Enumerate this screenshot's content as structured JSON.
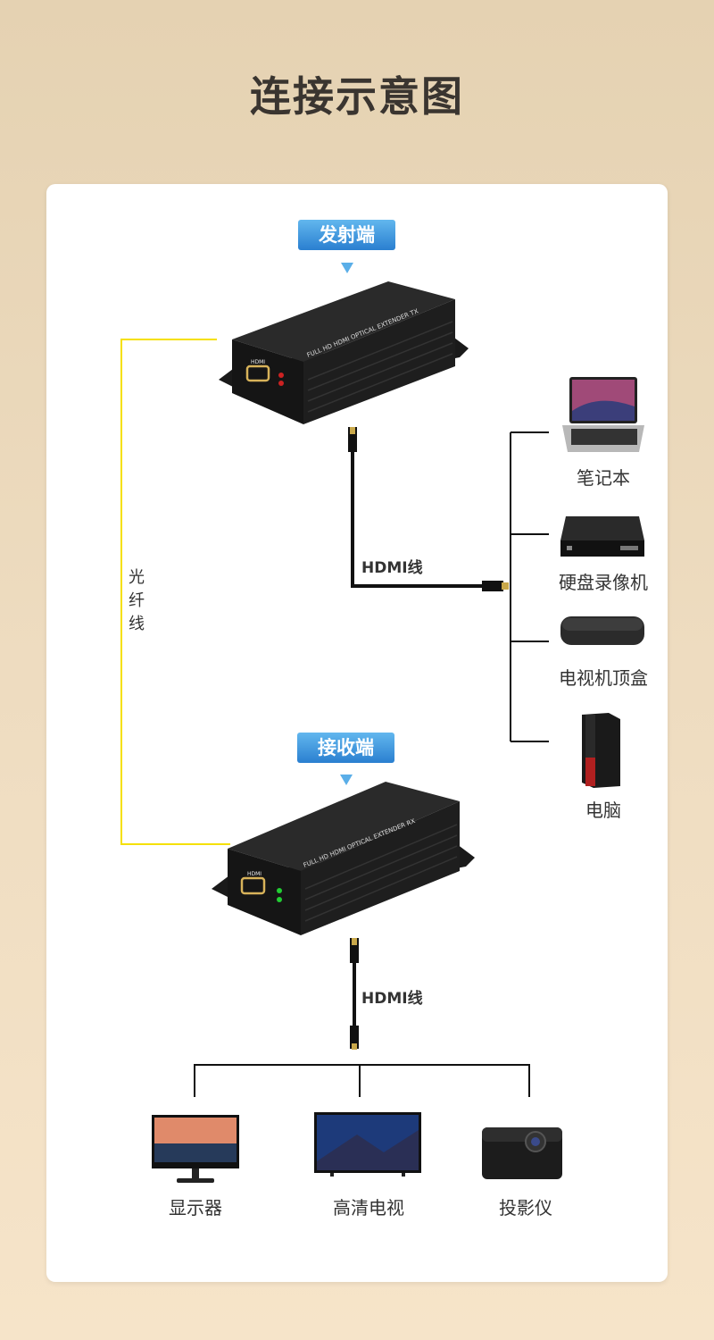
{
  "title": "连接示意图",
  "transmitter": {
    "badge": "发射端",
    "model_text": "FULL HD HDMI OPTICAL EXTENDER TX",
    "port_label": "HDMI"
  },
  "receiver": {
    "badge": "接收端",
    "model_text": "FULL HD HDMI OPTICAL EXTENDER RX",
    "port_label": "HDMI"
  },
  "fiber_label": "光纤线",
  "cable_label_top": "HDMI线",
  "cable_label_bottom": "HDMI线",
  "sources": [
    {
      "label": "笔记本",
      "icon": "laptop-icon"
    },
    {
      "label": "硬盘录像机",
      "icon": "dvr-icon"
    },
    {
      "label": "电视机顶盒",
      "icon": "set-top-box-icon"
    },
    {
      "label": "电脑",
      "icon": "pc-tower-icon"
    }
  ],
  "displays": [
    {
      "label": "显示器",
      "icon": "monitor-icon"
    },
    {
      "label": "高清电视",
      "icon": "tv-icon"
    },
    {
      "label": "投影仪",
      "icon": "projector-icon"
    }
  ],
  "colors": {
    "fiber": "#f5e000",
    "badge": "#2a7fd0",
    "cable": "#111111"
  }
}
